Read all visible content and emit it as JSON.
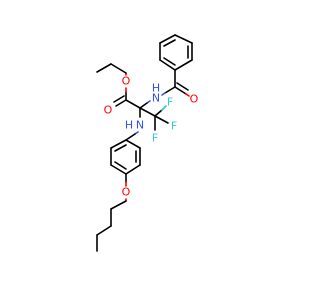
{
  "colors": {
    "carbon_bond": "#000000",
    "oxygen": "#ff0000",
    "nitrogen": "#3050f8",
    "fluorine": "#33cccc",
    "background": "#ffffff"
  },
  "atoms": {
    "o_ester_single": {
      "label": "O",
      "element": "oxygen"
    },
    "o_ester_carbonyl": {
      "label": "O",
      "element": "oxygen"
    },
    "o_amide_carbonyl": {
      "label": "O",
      "element": "oxygen"
    },
    "o_ether": {
      "label": "O",
      "element": "oxygen"
    },
    "n_amide": {
      "label": "N",
      "h_label": "H",
      "element": "nitrogen"
    },
    "n_amine": {
      "label": "N",
      "h_label": "H",
      "element": "nitrogen"
    },
    "f1": {
      "label": "F",
      "element": "fluorine"
    },
    "f2": {
      "label": "F",
      "element": "fluorine"
    },
    "f3": {
      "label": "F",
      "element": "fluorine"
    }
  }
}
